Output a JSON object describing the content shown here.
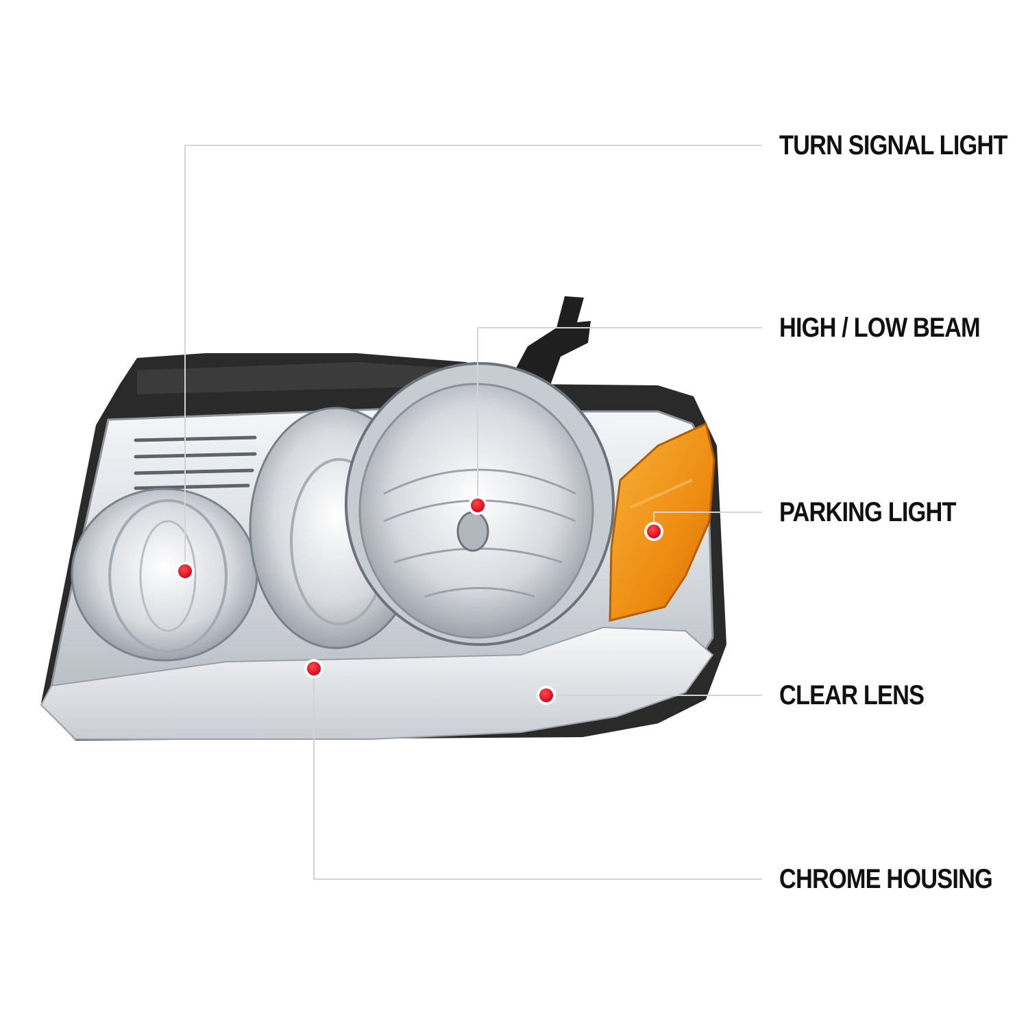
{
  "callouts": [
    {
      "id": "turn_signal",
      "label": "TURN SIGNAL LIGHT"
    },
    {
      "id": "beam",
      "label": "HIGH / LOW BEAM"
    },
    {
      "id": "parking",
      "label": "PARKING LIGHT"
    },
    {
      "id": "clear_lens",
      "label": "CLEAR LENS"
    },
    {
      "id": "housing",
      "label": "CHROME HOUSING"
    }
  ],
  "colors": {
    "marker": "#e3001b",
    "leader_line": "#d4d4d4",
    "label_text": "#111111",
    "amber_lens": "#f29a1a",
    "chrome": "#cfd3d8",
    "black_frame": "#2a2a2a"
  }
}
